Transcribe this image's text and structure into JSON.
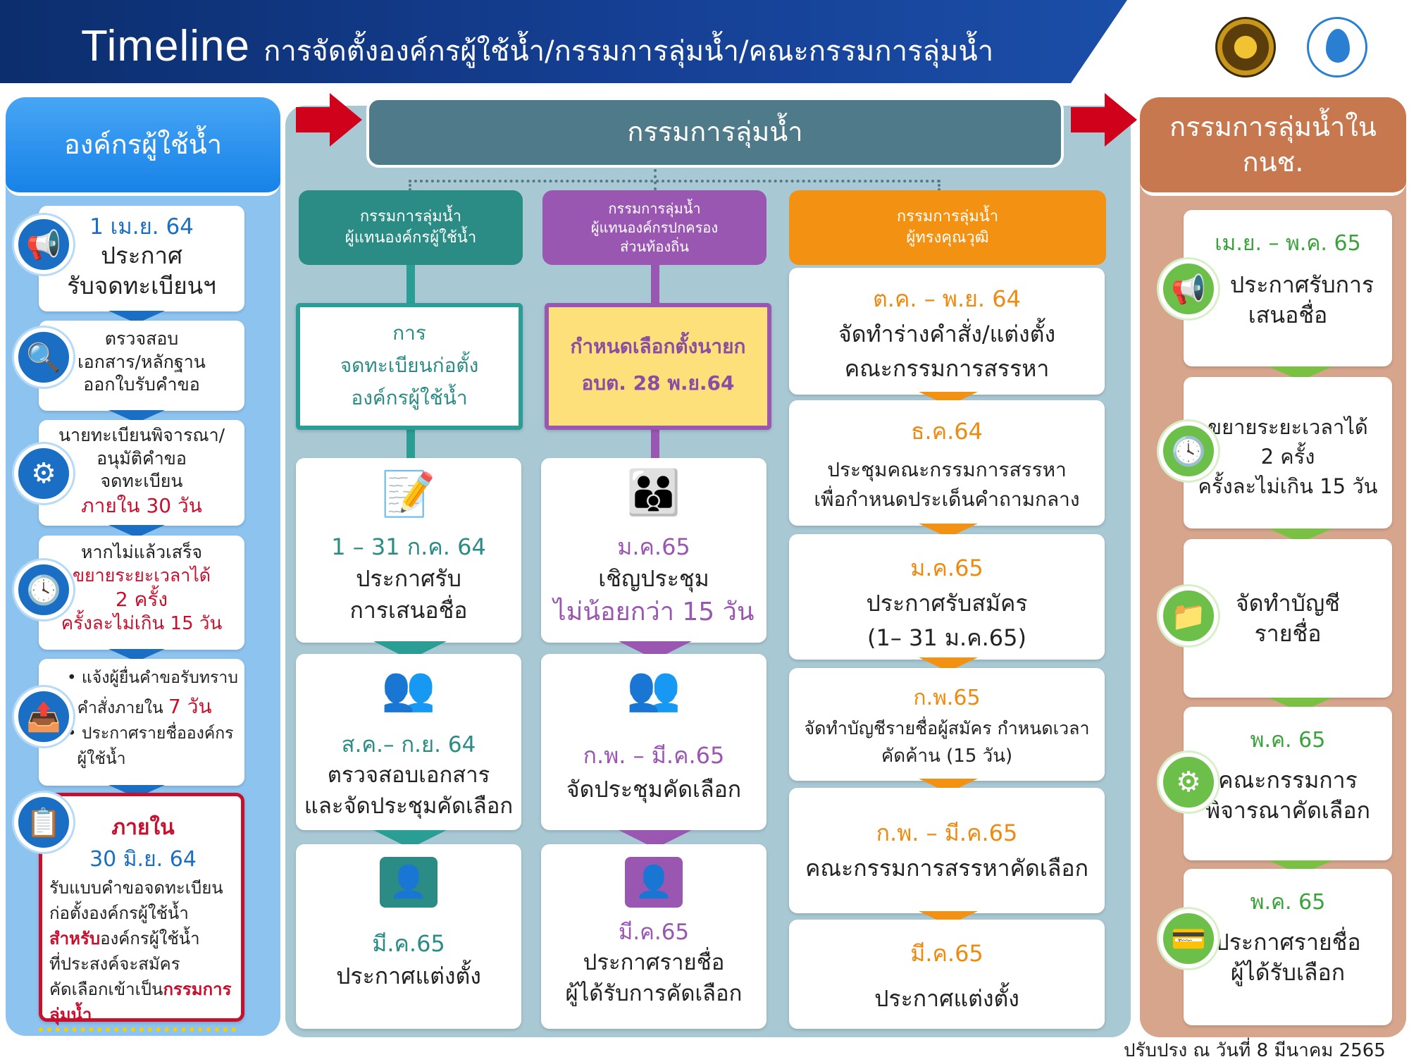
{
  "header": {
    "title_en": "Timeline",
    "title_th": "การจัดตั้งองค์กรผู้ใช้น้ำ/กรรมการลุ่มน้ำ/คณะกรรมการลุ่มน้ำ"
  },
  "columns": {
    "left_title": "องค์กรผู้ใช้น้ำ",
    "mid_title": "กรรมการลุ่มน้ำ",
    "right_title": "กรรมการลุ่มน้ำใน กนช."
  },
  "left": {
    "c1_date": "1 เม.ย. 64",
    "c1_l1": "ประกาศ",
    "c1_l2": "รับจดทะเบียนฯ",
    "c2_l1": "ตรวจสอบ",
    "c2_l2": "เอกสาร/หลักฐาน",
    "c2_l3": "ออกใบรับคำขอ",
    "c3_l1": "นายทะเบียนพิจารณา/",
    "c3_l2": "อนุมัติคำขอ",
    "c3_l3": "จดทะเบียน",
    "c3_l4": "ภายใน 30 วัน",
    "c4_l1": "หากไม่แล้วเสร็จ",
    "c4_l2": "ขยายระยะเวลาได้",
    "c4_l3": "2 ครั้ง",
    "c4_l4": "ครั้งละไม่เกิน 15 วัน",
    "c5_l1": "แจ้งผู้ยื่นคำขอรับทราบ",
    "c5_l2a": "คำสั่งภายใน",
    "c5_l2b": "7 วัน",
    "c5_l3": "ประกาศรายชื่อองค์กร",
    "c5_l4": "ผู้ใช้น้ำ",
    "c6_l1": "ภายใน",
    "c6_l2": "30 มิ.ย. 64",
    "c6_l3": "รับแบบคำขอจดทะเบียน",
    "c6_l4": "ก่อตั้งองค์กรผู้ใช้น้ำ",
    "c6_l5a": "สำหรับ",
    "c6_l5b": "องค์กรผู้ใช้น้ำ",
    "c6_l6": "ที่ประสงค์จะสมัคร",
    "c6_l7a": "คัดเลือกเข้าเป็น",
    "c6_l7b": "กรรมการ",
    "c6_l8": "ลุ่มน้ำ"
  },
  "mid": {
    "s1_l1": "กรรมการลุ่มน้ำ",
    "s1_l2": "ผู้แทนองค์กรผู้ใช้น้ำ",
    "s2_l1": "กรรมการลุ่มน้ำ",
    "s2_l2": "ผู้แทนองค์กรปกครอง",
    "s2_l3": "ส่วนท้องถิ่น",
    "s3_l1": "กรรมการลุ่มน้ำ",
    "s3_l2": "ผู้ทรงคุณวุฒิ",
    "a_box_l1": "การ",
    "a_box_l2": "จดทะเบียนก่อตั้ง",
    "a_box_l3": "องค์กรผู้ใช้น้ำ",
    "a1_date": "1 – 31 ก.ค. 64",
    "a1_l1": "ประกาศรับ",
    "a1_l2": "การเสนอชื่อ",
    "a2_date": "ส.ค.– ก.ย. 64",
    "a2_l1": "ตรวจสอบเอกสาร",
    "a2_l2": "และจัดประชุมคัดเลือก",
    "a3_date": "มี.ค.65",
    "a3_l1": "ประกาศแต่งตั้ง",
    "b_box_l1": "กำหนดเลือกตั้งนายก",
    "b_box_l2": "อบต. 28 พ.ย.64",
    "b1_date": "ม.ค.65",
    "b1_l1": "เชิญประชุม",
    "b1_l2": "ไม่น้อยกว่า 15 วัน",
    "b2_date": "ก.พ. – มี.ค.65",
    "b2_l1": "จัดประชุมคัดเลือก",
    "b3_date": "มี.ค.65",
    "b3_l1": "ประกาศรายชื่อ",
    "b3_l2": "ผู้ได้รับการคัดเลือก",
    "c1_date": "ต.ค. – พ.ย. 64",
    "c1_l1": "จัดทำร่างคำสั่ง/แต่งตั้ง",
    "c1_l2": "คณะกรรมการสรรหา",
    "c2_date": "ธ.ค.64",
    "c2_l1": "ประชุมคณะกรรมการสรรหา",
    "c2_l2": "เพื่อกำหนดประเด็นคำถามกลาง",
    "c3_date": "ม.ค.65",
    "c3_l1": "ประกาศรับสมัคร",
    "c3_l2": "(1– 31 ม.ค.65)",
    "c4_date": "ก.พ.65",
    "c4_l1": "จัดทำบัญชีรายชื่อผู้สมัคร กำหนดเวลา",
    "c4_l2": "คัดค้าน (15 วัน)",
    "c5_date": "ก.พ. – มี.ค.65",
    "c5_l1": "คณะกรรมการสรรหาคัดเลือก",
    "c6_date": "มี.ค.65",
    "c6_l1": "ประกาศแต่งตั้ง"
  },
  "right": {
    "r1_date": "เม.ย. – พ.ค. 65",
    "r1_l1": "ประกาศรับการ",
    "r1_l2": "เสนอชื่อ",
    "r2_l1": "ขยายระยะเวลาได้",
    "r2_l2": "2 ครั้ง",
    "r2_l3": "ครั้งละไม่เกิน 15 วัน",
    "r3_l1": "จัดทำบัญชี",
    "r3_l2": "รายชื่อ",
    "r4_date": "พ.ค. 65",
    "r4_l1": "คณะกรรมการ",
    "r4_l2": "พิจารณาคัดเลือก",
    "r5_date": "พ.ค. 65",
    "r5_l1": "ประกาศรายชื่อ",
    "r5_l2": "ผู้ได้รับเลือก"
  },
  "footnote": "ปรับปรุง ณ วันที่ 8 มีนาคม 2565",
  "icons": {
    "left": [
      "megaphone-icon",
      "search-icon",
      "brain-gear-icon",
      "clock-icon",
      "document-upload-icon",
      "document-list-icon"
    ],
    "mid_a": [
      "form-pen-icon",
      "meeting-people-icon",
      "person-badge-icon"
    ],
    "mid_b": [
      "conference-table-icon",
      "meeting-people-icon",
      "person-badge-icon"
    ],
    "right": [
      "megaphone-icon",
      "clock-icon",
      "folder-list-icon",
      "brain-gear-icon",
      "id-card-icon"
    ]
  },
  "colors": {
    "header_navy": "#153f93",
    "left_blue": "#1782e8",
    "mid_slate": "#4f7a8a",
    "right_copper": "#c7784f",
    "teal": "#2a8c85",
    "purple": "#9a57b2",
    "orange": "#f39212",
    "red": "#c8102e",
    "green": "#6cc04a",
    "yellow": "#fde07a"
  }
}
